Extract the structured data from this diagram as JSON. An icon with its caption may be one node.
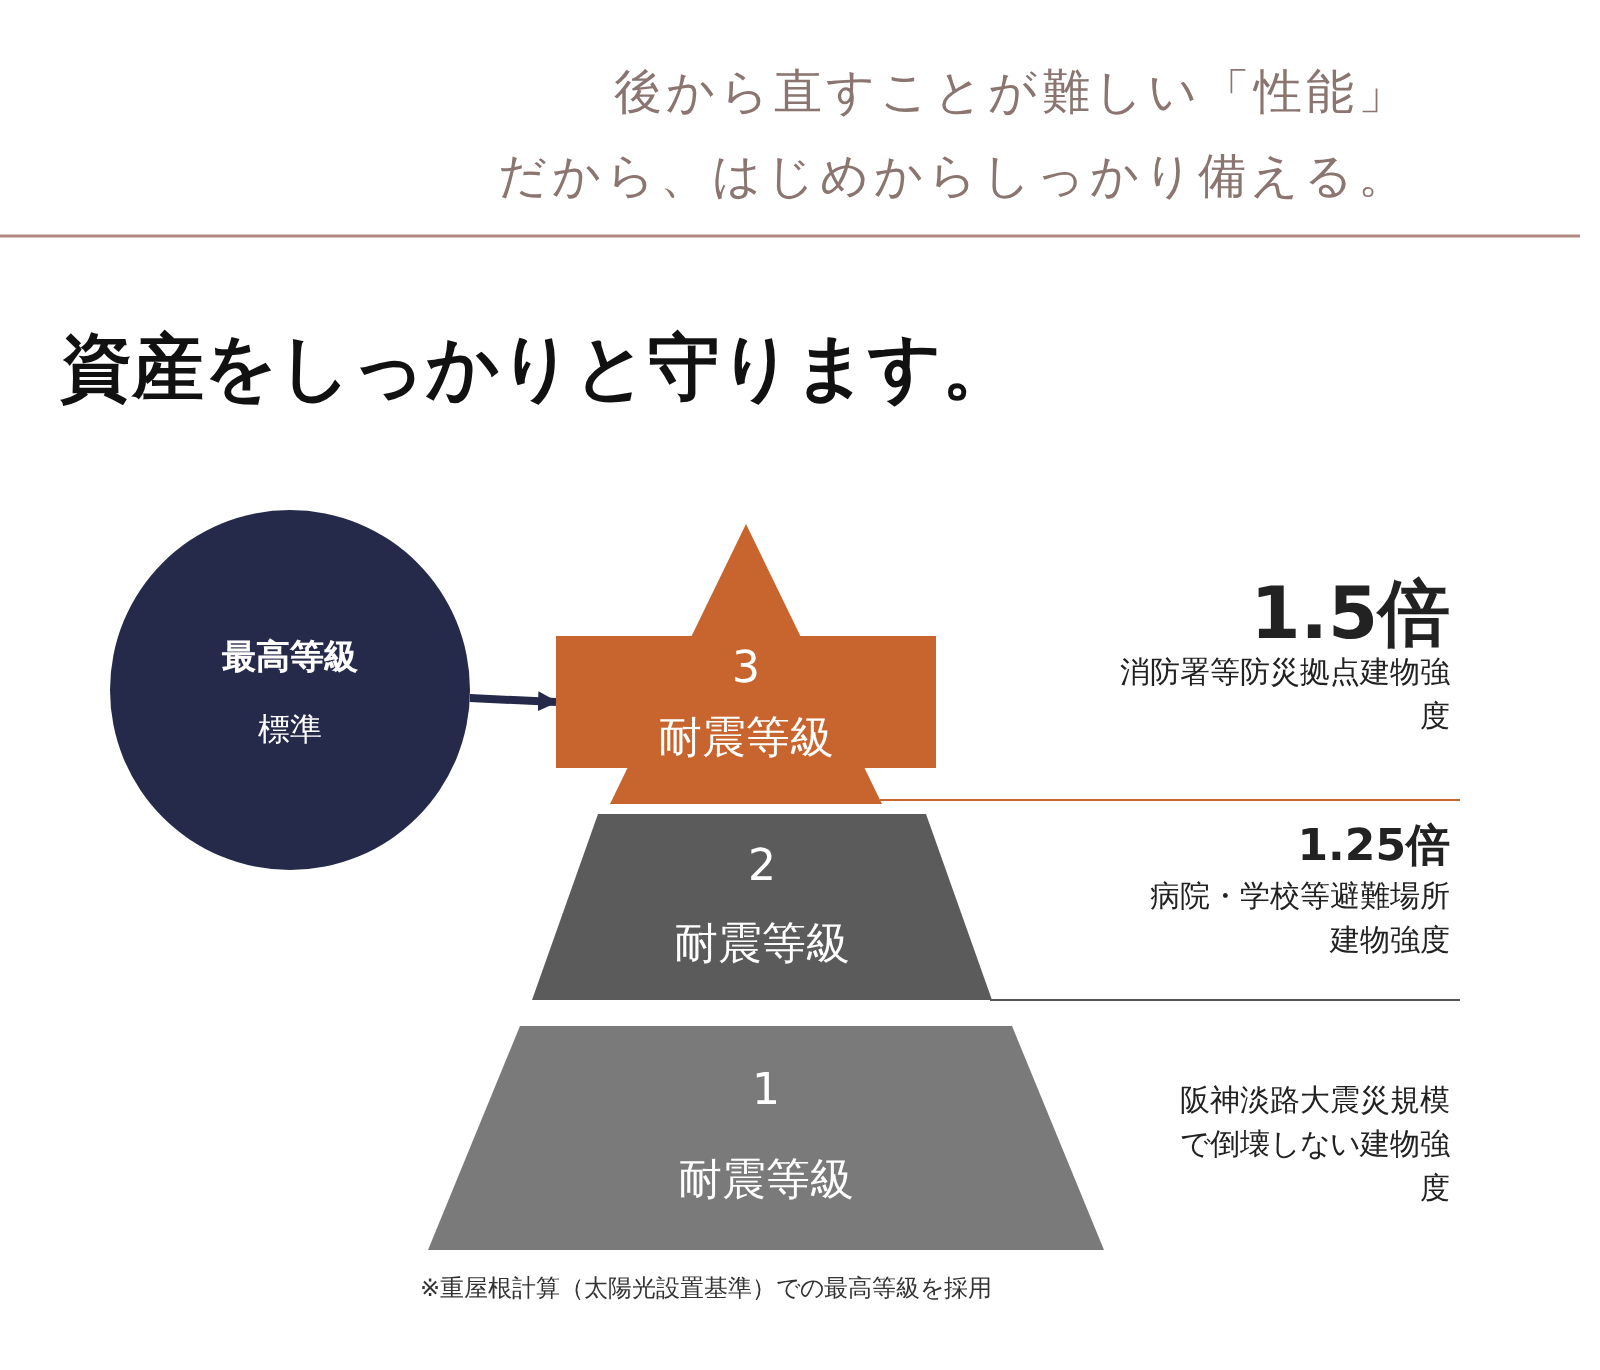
{
  "diagram": {
    "title": "資産をしっかりと守ります。",
    "nodes": [
      {
        "text": [
          "最高等級",
          "標準"
        ]
      },
      {
        "text": [
          "3",
          "耐震等級"
        ],
        "beside": [
          "1.5倍",
          "消防署等防災拠点建物強度"
        ]
      },
      {
        "text": [
          "2",
          "耐震等級"
        ],
        "beside": [
          "1.25倍",
          "病院・学校等避難場所建物強度"
        ]
      },
      {
        "text": [
          "1",
          "耐震等級"
        ],
        "beside": [
          "阪神淡路大震災規模で倒壊しない建物強度"
        ]
      }
    ],
    "edges": [
      {
        "from": 0,
        "to": 1,
        "arrow": "to"
      }
    ],
    "labels": [
      "後から直すことが難しい「性能」",
      "だから、はじめからしっかり備える。",
      "※重屋根計算（太陽光設置基準）での最高等級を採用"
    ]
  }
}
